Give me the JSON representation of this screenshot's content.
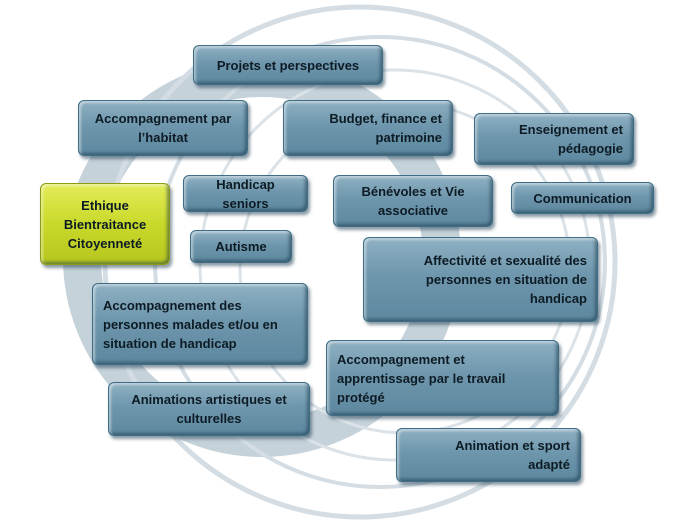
{
  "diagram": {
    "nodes": [
      {
        "id": "projets",
        "label": "Projets et perspectives"
      },
      {
        "id": "habitat",
        "label": "Accompagnement par\nl’habitat"
      },
      {
        "id": "budget",
        "label": "Budget, finance et\npatrimoine"
      },
      {
        "id": "enseignement",
        "label": "Enseignement et\npédagogie"
      },
      {
        "id": "ethique",
        "label": "Ethique\nBientraitance\nCitoyenneté"
      },
      {
        "id": "seniors",
        "label": "Handicap seniors"
      },
      {
        "id": "benevoles",
        "label": "Bénévoles et Vie\nassociative"
      },
      {
        "id": "communication",
        "label": "Communication"
      },
      {
        "id": "autisme",
        "label": "Autisme"
      },
      {
        "id": "affectivite",
        "label": "Affectivité et sexualité des\npersonnes en situation de\nhandicap"
      },
      {
        "id": "malades",
        "label": "Accompagnement des\npersonnes malades et/ou en\nsituation de handicap"
      },
      {
        "id": "travail",
        "label": "Accompagnement et\napprentissage par le travail\nprotégé"
      },
      {
        "id": "animations",
        "label": "Animations artistiques et\nculturelles"
      },
      {
        "id": "sport",
        "label": "Animation et sport\nadapté"
      }
    ],
    "colors": {
      "node": "#6e96ac",
      "highlight": "#c9d92a",
      "ring": "#c5d2da"
    }
  }
}
